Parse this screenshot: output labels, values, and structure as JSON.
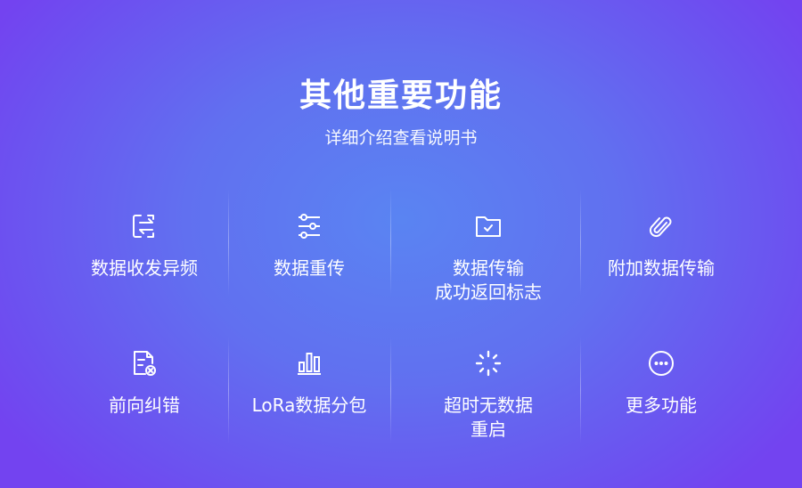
{
  "header": {
    "title": "其他重要功能",
    "subtitle": "详细介绍查看说明书"
  },
  "features": [
    {
      "label": "数据收发异频",
      "icon": "swap-arrows-icon"
    },
    {
      "label": "数据重传",
      "icon": "sliders-icon"
    },
    {
      "label": "数据传输\n成功返回标志",
      "line1": "数据传输",
      "line2": "成功返回标志",
      "icon": "folder-check-icon"
    },
    {
      "label": "附加数据传输",
      "icon": "paperclip-icon"
    },
    {
      "label": "前向纠错",
      "icon": "document-error-icon"
    },
    {
      "label": "LoRa数据分包",
      "icon": "bar-chart-icon"
    },
    {
      "label": "超时无数据\n重启",
      "line1": "超时无数据",
      "line2": "重启",
      "icon": "loading-spinner-icon"
    },
    {
      "label": "更多功能",
      "icon": "more-circle-icon"
    }
  ]
}
